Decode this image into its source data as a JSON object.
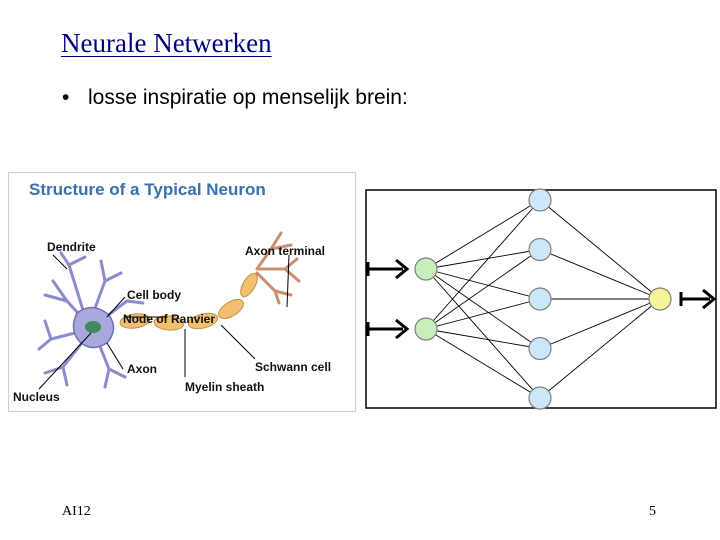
{
  "slide": {
    "title": "Neurale Netwerken",
    "bullet_glyph": "•",
    "bullet_text": "losse inspiratie op menselijk brein:"
  },
  "neuron_figure": {
    "heading": "Structure of a Typical Neuron",
    "labels": {
      "dendrite": "Dendrite",
      "axon_terminal": "Axon terminal",
      "cell_body": "Cell body",
      "node_of_ranvier": "Node of Ranvier",
      "schwann_cell": "Schwann cell",
      "axon": "Axon",
      "myelin_sheath": "Myelin sheath",
      "nucleus": "Nucleus"
    },
    "heading_color": "#3a6fb0",
    "dendrite_color": "#8c8ccc",
    "myelin_color": "#f0c070",
    "terminal_color": "#c89070"
  },
  "network_diagram": {
    "input_nodes": 2,
    "hidden_nodes": 5,
    "output_nodes": 1,
    "input_color": "#c8eebc",
    "hidden_color": "#cce8f8",
    "output_color": "#f8f49c"
  },
  "footer": {
    "left": "AI12",
    "page_number": "5"
  }
}
